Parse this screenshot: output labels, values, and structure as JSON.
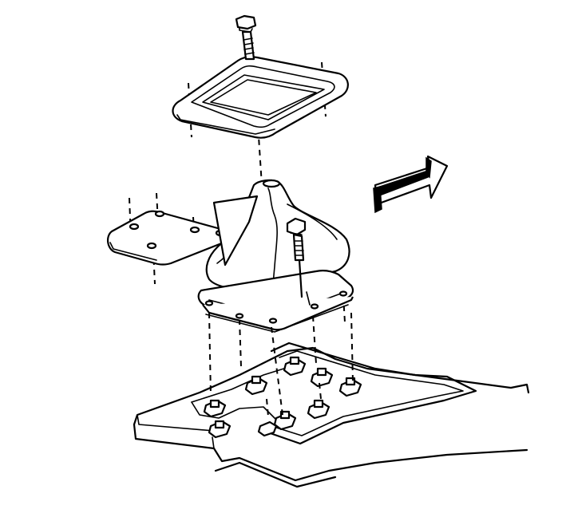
{
  "diagram": {
    "components": [
      "upper-retainer-plate",
      "long-bolt",
      "side-panel",
      "shift-boot",
      "boot-base-plate",
      "short-bolt",
      "floor-pan",
      "mounting-nuts",
      "direction-arrow"
    ],
    "colors": {
      "line": "#000000",
      "background": "#ffffff"
    }
  }
}
